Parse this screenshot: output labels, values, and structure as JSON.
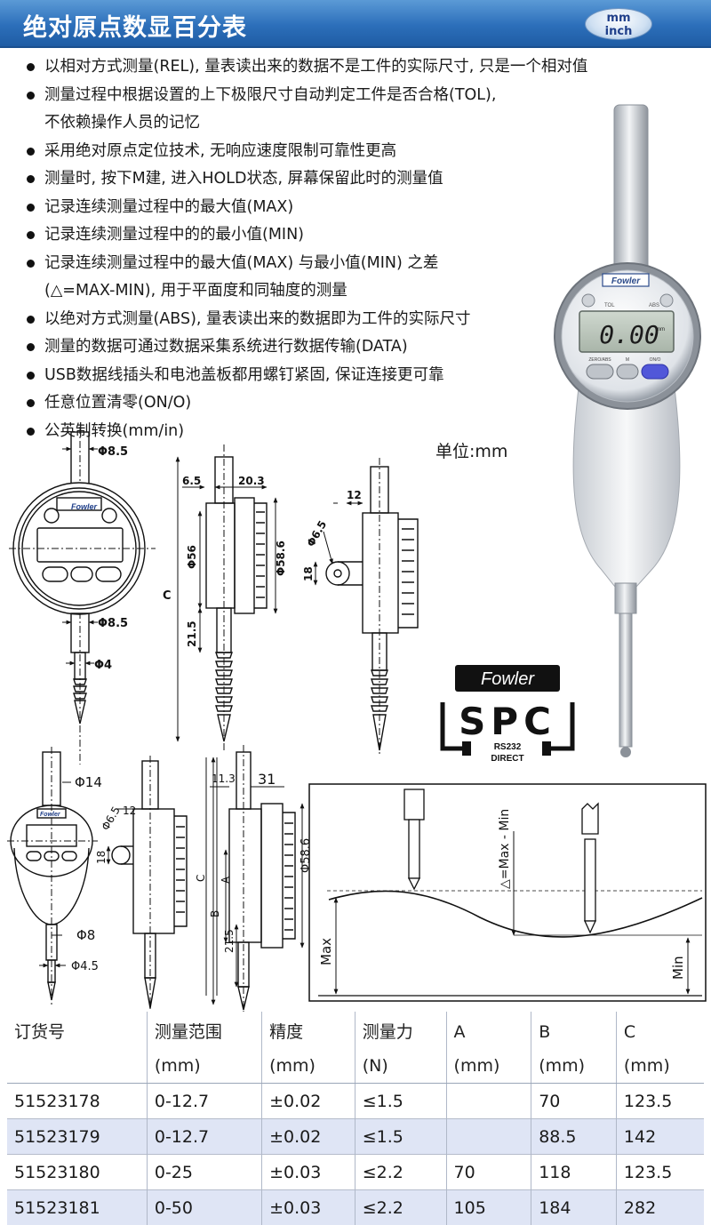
{
  "header": {
    "title": "绝对原点数显百分表",
    "unit_top": "mm",
    "unit_bottom": "inch"
  },
  "features": [
    {
      "text": "以相对方式测量(REL), 量表读出来的数据不是工件的实际尺寸, 只是一个相对值"
    },
    {
      "text": "测量过程中根据设置的上下极限尺寸自动判定工件是否合格(TOL),",
      "cont": "不依赖操作人员的记忆"
    },
    {
      "text": "采用绝对原点定位技术, 无响应速度限制可靠性更高"
    },
    {
      "text": "测量时, 按下M建, 进入HOLD状态, 屏幕保留此时的测量值"
    },
    {
      "text": "记录连续测量过程中的最大值(MAX)"
    },
    {
      "text": "记录连续测量过程中的的最小值(MIN)"
    },
    {
      "text": "记录连续测量过程中的最大值(MAX) 与最小值(MIN) 之差",
      "cont": "(△=MAX-MIN), 用于平面度和同轴度的测量"
    },
    {
      "text": "以绝对方式测量(ABS), 量表读出来的数据即为工件的实际尺寸"
    },
    {
      "text": "测量的数据可通过数据采集系统进行数据传输(DATA)"
    },
    {
      "text": "USB数据线插头和电池盖板都用螺钉紧固, 保证连接更可靠"
    },
    {
      "text": "任意位置清零(ON/O)"
    },
    {
      "text": "公英制转换(mm/in)"
    }
  ],
  "unit_label": "单位:mm",
  "brand": "Fowler",
  "device": {
    "display_value": "0.00",
    "display_unit": "mm",
    "btn_left": "ZERO/ABS",
    "btn_mid": "M",
    "btn_right": "ON/O",
    "lbl_tol": "TOL",
    "lbl_abs": "ABS"
  },
  "spc": {
    "letters": "SPC",
    "line1": "RS232",
    "line2": "DIRECT"
  },
  "dims_top": {
    "d8_5_top": "Φ8.5",
    "d8_5_bot": "Φ8.5",
    "d4": "Φ4",
    "w6_5": "6.5",
    "w20_3": "20.3",
    "d56": "Φ56",
    "d58_6": "Φ58.6",
    "c": "C",
    "h21_5": "21.5",
    "w12": "12",
    "d6_5": "Φ6.5",
    "h18": "18"
  },
  "dims_bottom": {
    "d14": "Φ14",
    "d6_5": "Φ6.5",
    "w12": "12",
    "h18": "18",
    "d8": "Φ8",
    "d4_5": "Φ4.5",
    "w11_3": "11.3",
    "w31": "31",
    "d58_6": "Φ58.6",
    "c": "C",
    "a": "A",
    "b": "B",
    "h21_5": "21.5"
  },
  "flatness": {
    "delta": "△=Max - Min",
    "max": "Max",
    "min": "Min"
  },
  "table": {
    "headers": [
      {
        "l1": "订货号",
        "l2": ""
      },
      {
        "l1": "测量范围",
        "l2": "(mm)"
      },
      {
        "l1": "精度",
        "l2": "(mm)"
      },
      {
        "l1": "测量力",
        "l2": "(N)"
      },
      {
        "l1": "A",
        "l2": "(mm)"
      },
      {
        "l1": "B",
        "l2": "(mm)"
      },
      {
        "l1": "C",
        "l2": "(mm)"
      }
    ],
    "rows": [
      [
        "51523178",
        "0-12.7",
        "±0.02",
        "≤1.5",
        "",
        "70",
        "123.5"
      ],
      [
        "51523179",
        "0-12.7",
        "±0.02",
        "≤1.5",
        "",
        "88.5",
        "142"
      ],
      [
        "51523180",
        "0-25",
        "±0.03",
        "≤2.2",
        "70",
        "118",
        "123.5"
      ],
      [
        "51523181",
        "0-50",
        "±0.03",
        "≤2.2",
        "105",
        "184",
        "282"
      ]
    ]
  }
}
